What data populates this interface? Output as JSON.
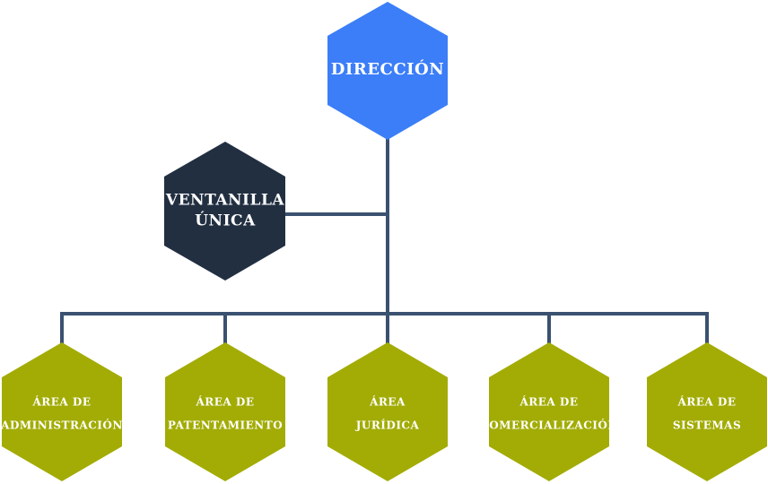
{
  "colors": {
    "direction": "#3b7ef8",
    "window": "#212f41",
    "area": "#a2ac04",
    "connector": "#3a5170",
    "text": "#ffffff"
  },
  "nodes": {
    "direction": {
      "lines": [
        "DIRECCIÓN"
      ]
    },
    "window": {
      "lines": [
        "VENTANILLA",
        "ÚNICA"
      ]
    },
    "areas": [
      {
        "lines": [
          "ÁREA DE",
          "ADMINISTRACIÓN"
        ]
      },
      {
        "lines": [
          "ÁREA DE",
          "PATENTAMIENTO"
        ]
      },
      {
        "lines": [
          "ÁREA",
          "JURÍDICA"
        ]
      },
      {
        "lines": [
          "ÁREA DE",
          "COMERCIALIZACIÓN"
        ]
      },
      {
        "lines": [
          "ÁREA DE",
          "SISTEMAS"
        ]
      }
    ]
  }
}
